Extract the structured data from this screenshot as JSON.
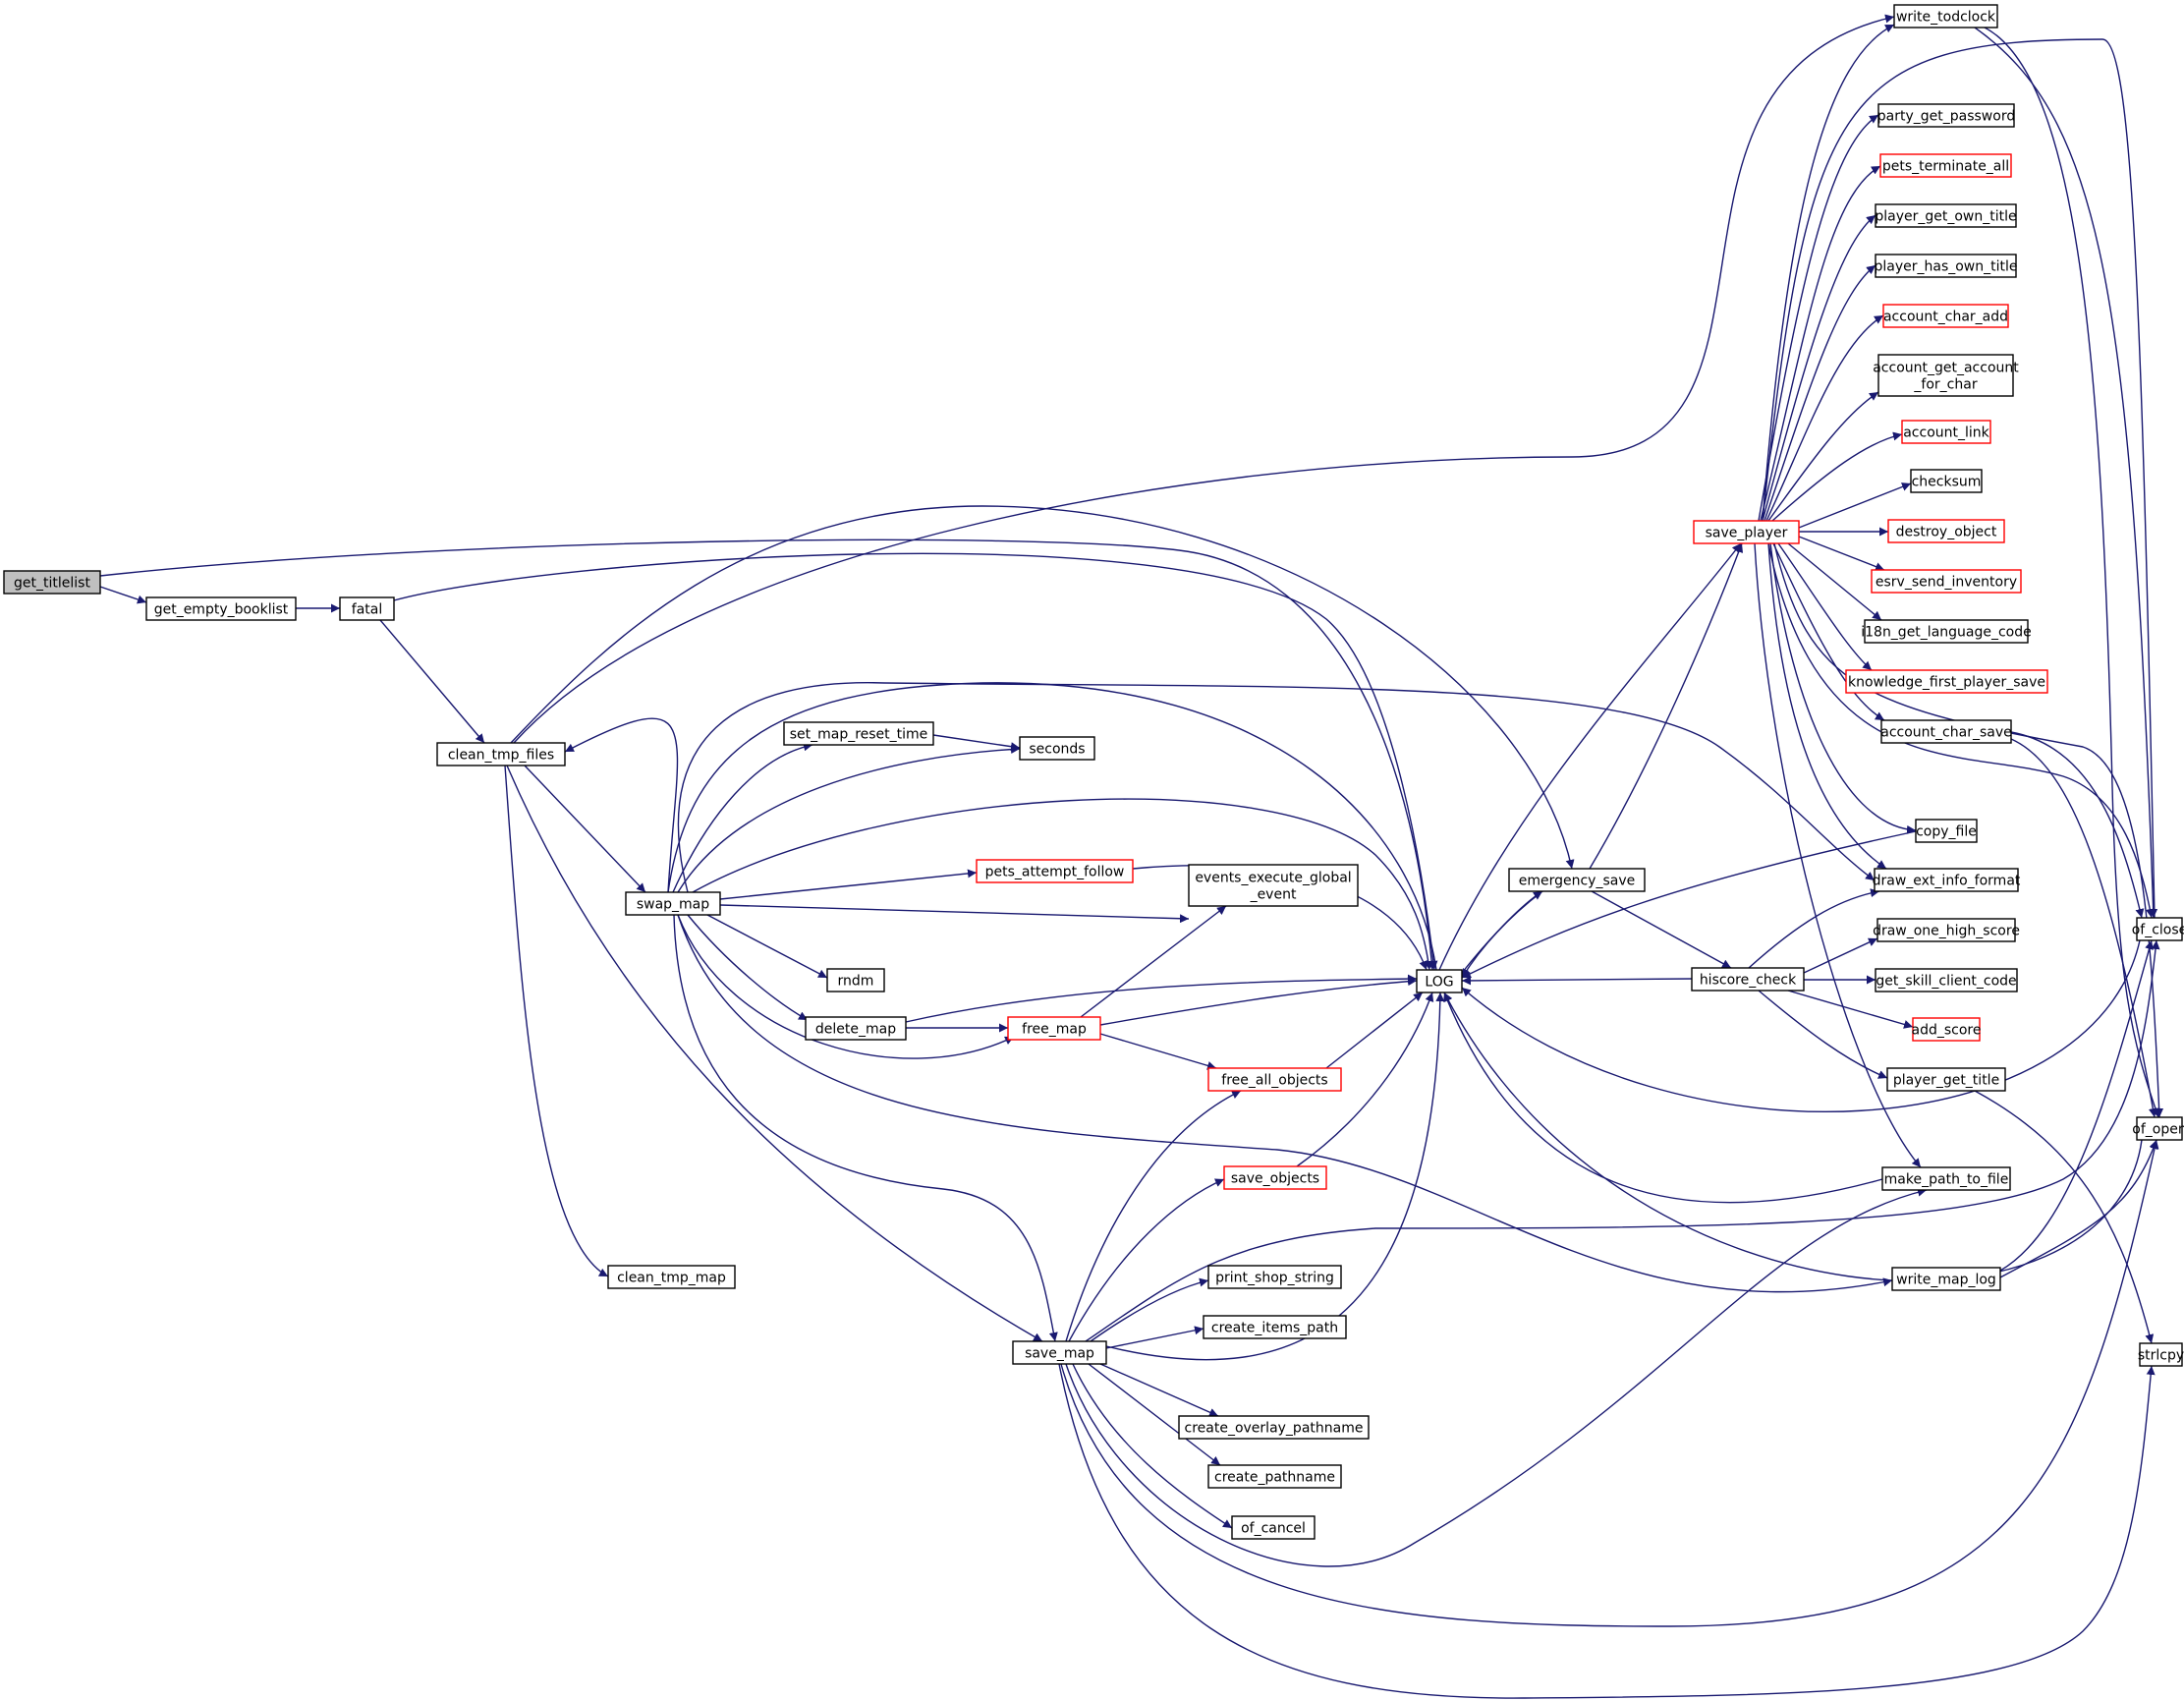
{
  "colors": {
    "edge": "#191970",
    "truncated_border": "#ff0000",
    "root_fill": "#bfbfbf",
    "node_border": "#000000"
  },
  "nodes": [
    {
      "id": "get_titlelist",
      "lines": [
        "get_titlelist"
      ],
      "style": "root"
    },
    {
      "id": "get_empty_booklist",
      "lines": [
        "get_empty_booklist"
      ],
      "style": "normal"
    },
    {
      "id": "fatal",
      "lines": [
        "fatal"
      ],
      "style": "normal"
    },
    {
      "id": "clean_tmp_files",
      "lines": [
        "clean_tmp_files"
      ],
      "style": "normal"
    },
    {
      "id": "clean_tmp_map",
      "lines": [
        "clean_tmp_map"
      ],
      "style": "normal"
    },
    {
      "id": "swap_map",
      "lines": [
        "swap_map"
      ],
      "style": "normal"
    },
    {
      "id": "save_map",
      "lines": [
        "save_map"
      ],
      "style": "normal"
    },
    {
      "id": "set_map_reset_time",
      "lines": [
        "set_map_reset_time"
      ],
      "style": "normal"
    },
    {
      "id": "seconds",
      "lines": [
        "seconds"
      ],
      "style": "normal"
    },
    {
      "id": "pets_attempt_follow",
      "lines": [
        "pets_attempt_follow"
      ],
      "style": "truncated"
    },
    {
      "id": "events_execute_global_event",
      "lines": [
        "events_execute_global",
        "_event"
      ],
      "style": "normal"
    },
    {
      "id": "rndm",
      "lines": [
        "rndm"
      ],
      "style": "normal"
    },
    {
      "id": "delete_map",
      "lines": [
        "delete_map"
      ],
      "style": "normal"
    },
    {
      "id": "free_map",
      "lines": [
        "free_map"
      ],
      "style": "truncated"
    },
    {
      "id": "free_all_objects",
      "lines": [
        "free_all_objects"
      ],
      "style": "truncated"
    },
    {
      "id": "save_objects",
      "lines": [
        "save_objects"
      ],
      "style": "truncated"
    },
    {
      "id": "print_shop_string",
      "lines": [
        "print_shop_string"
      ],
      "style": "normal"
    },
    {
      "id": "create_items_path",
      "lines": [
        "create_items_path"
      ],
      "style": "normal"
    },
    {
      "id": "create_overlay_pathname",
      "lines": [
        "create_overlay_pathname"
      ],
      "style": "normal"
    },
    {
      "id": "create_pathname",
      "lines": [
        "create_pathname"
      ],
      "style": "normal"
    },
    {
      "id": "of_cancel",
      "lines": [
        "of_cancel"
      ],
      "style": "normal"
    },
    {
      "id": "LOG",
      "lines": [
        "LOG"
      ],
      "style": "normal"
    },
    {
      "id": "emergency_save",
      "lines": [
        "emergency_save"
      ],
      "style": "normal"
    },
    {
      "id": "hiscore_check",
      "lines": [
        "hiscore_check"
      ],
      "style": "normal"
    },
    {
      "id": "save_player",
      "lines": [
        "save_player"
      ],
      "style": "truncated"
    },
    {
      "id": "write_todclock",
      "lines": [
        "write_todclock"
      ],
      "style": "normal"
    },
    {
      "id": "party_get_password",
      "lines": [
        "party_get_password"
      ],
      "style": "normal"
    },
    {
      "id": "pets_terminate_all",
      "lines": [
        "pets_terminate_all"
      ],
      "style": "truncated"
    },
    {
      "id": "player_get_own_title",
      "lines": [
        "player_get_own_title"
      ],
      "style": "normal"
    },
    {
      "id": "player_has_own_title",
      "lines": [
        "player_has_own_title"
      ],
      "style": "normal"
    },
    {
      "id": "account_char_add",
      "lines": [
        "account_char_add"
      ],
      "style": "truncated"
    },
    {
      "id": "account_get_account_for_char",
      "lines": [
        "account_get_account",
        "_for_char"
      ],
      "style": "normal"
    },
    {
      "id": "account_link",
      "lines": [
        "account_link"
      ],
      "style": "truncated"
    },
    {
      "id": "checksum",
      "lines": [
        "checksum"
      ],
      "style": "normal"
    },
    {
      "id": "destroy_object",
      "lines": [
        "destroy_object"
      ],
      "style": "truncated"
    },
    {
      "id": "esrv_send_inventory",
      "lines": [
        "esrv_send_inventory"
      ],
      "style": "truncated"
    },
    {
      "id": "i18n_get_language_code",
      "lines": [
        "i18n_get_language_code"
      ],
      "style": "normal"
    },
    {
      "id": "knowledge_first_player_save",
      "lines": [
        "knowledge_first_player_save"
      ],
      "style": "truncated"
    },
    {
      "id": "account_char_save",
      "lines": [
        "account_char_save"
      ],
      "style": "normal"
    },
    {
      "id": "copy_file",
      "lines": [
        "copy_file"
      ],
      "style": "normal"
    },
    {
      "id": "draw_ext_info_format",
      "lines": [
        "draw_ext_info_format"
      ],
      "style": "normal"
    },
    {
      "id": "draw_one_high_score",
      "lines": [
        "draw_one_high_score"
      ],
      "style": "normal"
    },
    {
      "id": "get_skill_client_code",
      "lines": [
        "get_skill_client_code"
      ],
      "style": "normal"
    },
    {
      "id": "add_score",
      "lines": [
        "add_score"
      ],
      "style": "truncated"
    },
    {
      "id": "player_get_title",
      "lines": [
        "player_get_title"
      ],
      "style": "normal"
    },
    {
      "id": "make_path_to_file",
      "lines": [
        "make_path_to_file"
      ],
      "style": "normal"
    },
    {
      "id": "write_map_log",
      "lines": [
        "write_map_log"
      ],
      "style": "normal"
    },
    {
      "id": "of_close",
      "lines": [
        "of_close"
      ],
      "style": "normal"
    },
    {
      "id": "of_open",
      "lines": [
        "of_open"
      ],
      "style": "normal"
    },
    {
      "id": "strlcpy",
      "lines": [
        "strlcpy"
      ],
      "style": "normal"
    }
  ],
  "edges": [
    [
      "get_titlelist",
      "get_empty_booklist"
    ],
    [
      "get_titlelist",
      "LOG"
    ],
    [
      "get_empty_booklist",
      "fatal"
    ],
    [
      "fatal",
      "clean_tmp_files"
    ],
    [
      "fatal",
      "LOG"
    ],
    [
      "clean_tmp_files",
      "write_todclock"
    ],
    [
      "clean_tmp_files",
      "emergency_save"
    ],
    [
      "clean_tmp_files",
      "swap_map"
    ],
    [
      "clean_tmp_files",
      "save_map"
    ],
    [
      "clean_tmp_files",
      "clean_tmp_map"
    ],
    [
      "swap_map",
      "clean_tmp_files"
    ],
    [
      "swap_map",
      "set_map_reset_time"
    ],
    [
      "swap_map",
      "seconds"
    ],
    [
      "swap_map",
      "LOG"
    ],
    [
      "swap_map",
      "draw_ext_info_format"
    ],
    [
      "swap_map",
      "pets_attempt_follow"
    ],
    [
      "swap_map",
      "events_execute_global_event"
    ],
    [
      "swap_map",
      "rndm"
    ],
    [
      "swap_map",
      "delete_map"
    ],
    [
      "swap_map",
      "free_map"
    ],
    [
      "swap_map",
      "save_map"
    ],
    [
      "swap_map",
      "write_map_log"
    ],
    [
      "set_map_reset_time",
      "seconds"
    ],
    [
      "pets_attempt_follow",
      "LOG"
    ],
    [
      "delete_map",
      "LOG"
    ],
    [
      "delete_map",
      "free_map"
    ],
    [
      "free_map",
      "LOG"
    ],
    [
      "free_map",
      "events_execute_global_event"
    ],
    [
      "free_map",
      "free_all_objects"
    ],
    [
      "free_all_objects",
      "LOG"
    ],
    [
      "save_objects",
      "LOG"
    ],
    [
      "save_map",
      "free_all_objects"
    ],
    [
      "save_map",
      "save_objects"
    ],
    [
      "save_map",
      "LOG"
    ],
    [
      "save_map",
      "print_shop_string"
    ],
    [
      "save_map",
      "create_items_path"
    ],
    [
      "save_map",
      "create_overlay_pathname"
    ],
    [
      "save_map",
      "create_pathname"
    ],
    [
      "save_map",
      "of_cancel"
    ],
    [
      "save_map",
      "make_path_to_file"
    ],
    [
      "save_map",
      "of_open"
    ],
    [
      "save_map",
      "of_close"
    ],
    [
      "save_map",
      "strlcpy"
    ],
    [
      "LOG",
      "emergency_save"
    ],
    [
      "LOG",
      "save_player"
    ],
    [
      "emergency_save",
      "LOG"
    ],
    [
      "emergency_save",
      "save_player"
    ],
    [
      "emergency_save",
      "hiscore_check"
    ],
    [
      "hiscore_check",
      "LOG"
    ],
    [
      "hiscore_check",
      "draw_ext_info_format"
    ],
    [
      "hiscore_check",
      "draw_one_high_score"
    ],
    [
      "hiscore_check",
      "get_skill_client_code"
    ],
    [
      "hiscore_check",
      "add_score"
    ],
    [
      "hiscore_check",
      "player_get_title"
    ],
    [
      "save_player",
      "write_todclock"
    ],
    [
      "save_player",
      "of_close"
    ],
    [
      "save_player",
      "party_get_password"
    ],
    [
      "save_player",
      "pets_terminate_all"
    ],
    [
      "save_player",
      "player_get_own_title"
    ],
    [
      "save_player",
      "player_has_own_title"
    ],
    [
      "save_player",
      "account_char_add"
    ],
    [
      "save_player",
      "account_get_account_for_char"
    ],
    [
      "save_player",
      "account_link"
    ],
    [
      "save_player",
      "checksum"
    ],
    [
      "save_player",
      "destroy_object"
    ],
    [
      "save_player",
      "esrv_send_inventory"
    ],
    [
      "save_player",
      "i18n_get_language_code"
    ],
    [
      "save_player",
      "knowledge_first_player_save"
    ],
    [
      "save_player",
      "account_char_save"
    ],
    [
      "save_player",
      "copy_file"
    ],
    [
      "save_player",
      "draw_ext_info_format"
    ],
    [
      "save_player",
      "of_open"
    ],
    [
      "save_player",
      "make_path_to_file"
    ],
    [
      "write_todclock",
      "of_close"
    ],
    [
      "write_todclock",
      "of_open"
    ],
    [
      "account_char_save",
      "of_close"
    ],
    [
      "account_char_save",
      "of_open"
    ],
    [
      "copy_file",
      "LOG"
    ],
    [
      "player_get_title",
      "strlcpy"
    ],
    [
      "make_path_to_file",
      "LOG"
    ],
    [
      "write_map_log",
      "of_close"
    ],
    [
      "write_map_log",
      "of_open"
    ],
    [
      "of_close",
      "LOG"
    ],
    [
      "of_open",
      "LOG"
    ]
  ]
}
